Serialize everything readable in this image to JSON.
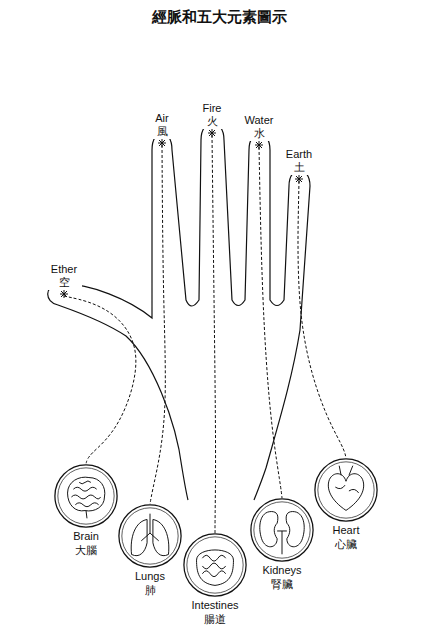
{
  "diagram": {
    "title": "經脈和五大元素圖示",
    "nodes": [
      {
        "text": [
          "Air",
          "風"
        ]
      },
      {
        "text": [
          "Fire",
          "火"
        ]
      },
      {
        "text": [
          "Water",
          "水"
        ]
      },
      {
        "text": [
          "Earth",
          "土"
        ]
      },
      {
        "text": [
          "Ether",
          "空"
        ]
      },
      {
        "text": [
          "Brain",
          "大腦"
        ]
      },
      {
        "text": [
          "Lungs",
          "肺"
        ]
      },
      {
        "text": [
          "Intestines",
          "腸道"
        ]
      },
      {
        "text": [
          "Kidneys",
          "腎臟"
        ]
      },
      {
        "text": [
          "Heart",
          "心臟"
        ]
      }
    ],
    "edges": [
      {
        "from": 0,
        "to": 6,
        "arrow": "none"
      },
      {
        "from": 1,
        "to": 7,
        "arrow": "none"
      },
      {
        "from": 2,
        "to": 8,
        "arrow": "none"
      },
      {
        "from": 3,
        "to": 9,
        "arrow": "none"
      },
      {
        "from": 4,
        "to": 5,
        "arrow": "none"
      }
    ]
  }
}
